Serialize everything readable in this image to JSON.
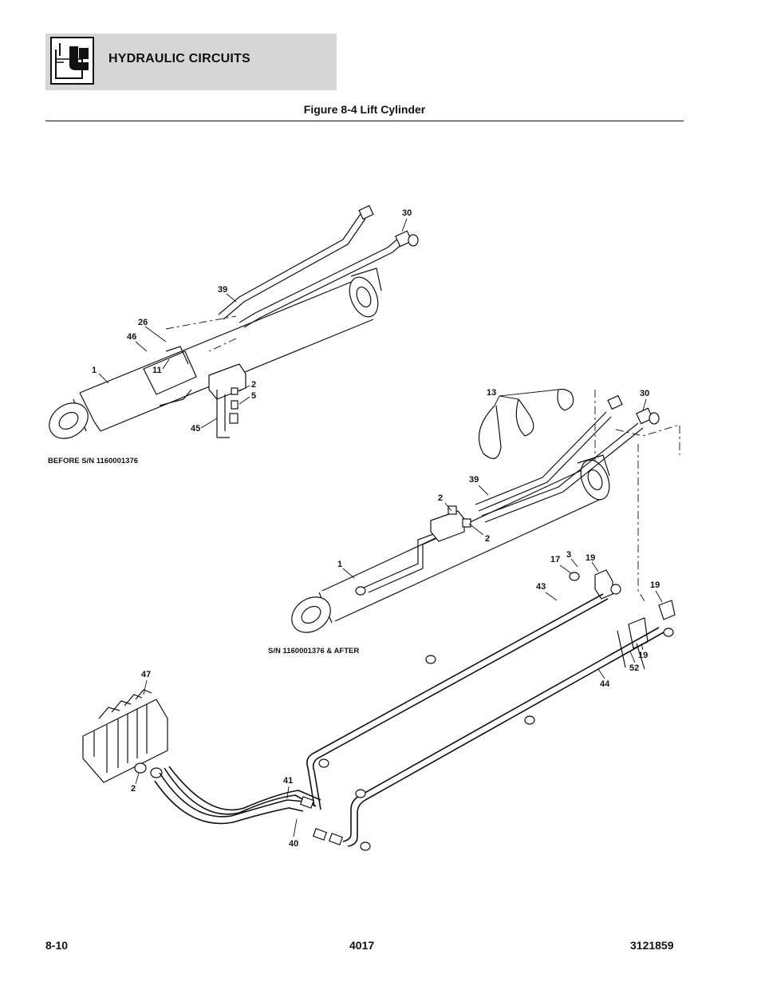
{
  "header": {
    "section_title": "HYDRAULIC CIRCUITS",
    "figure_title": "Figure 8-4 Lift Cylinder",
    "icon": "hydraulic-reservoir-icon"
  },
  "diagram": {
    "callouts_upper": [
      "30",
      "39",
      "26",
      "46",
      "11",
      "1",
      "2",
      "5",
      "45"
    ],
    "note_upper": "BEFORE S/N 1160001376",
    "callouts_lower": [
      "13",
      "30",
      "39",
      "2",
      "2",
      "1",
      "17",
      "3",
      "19",
      "43",
      "19",
      "19",
      "52",
      "44"
    ],
    "note_lower": "S/N 1160001376 & AFTER",
    "callouts_valve": [
      "47",
      "2",
      "41",
      "40"
    ]
  },
  "footer": {
    "page_number": "8-10",
    "model": "4017",
    "doc_number": "3121859"
  }
}
